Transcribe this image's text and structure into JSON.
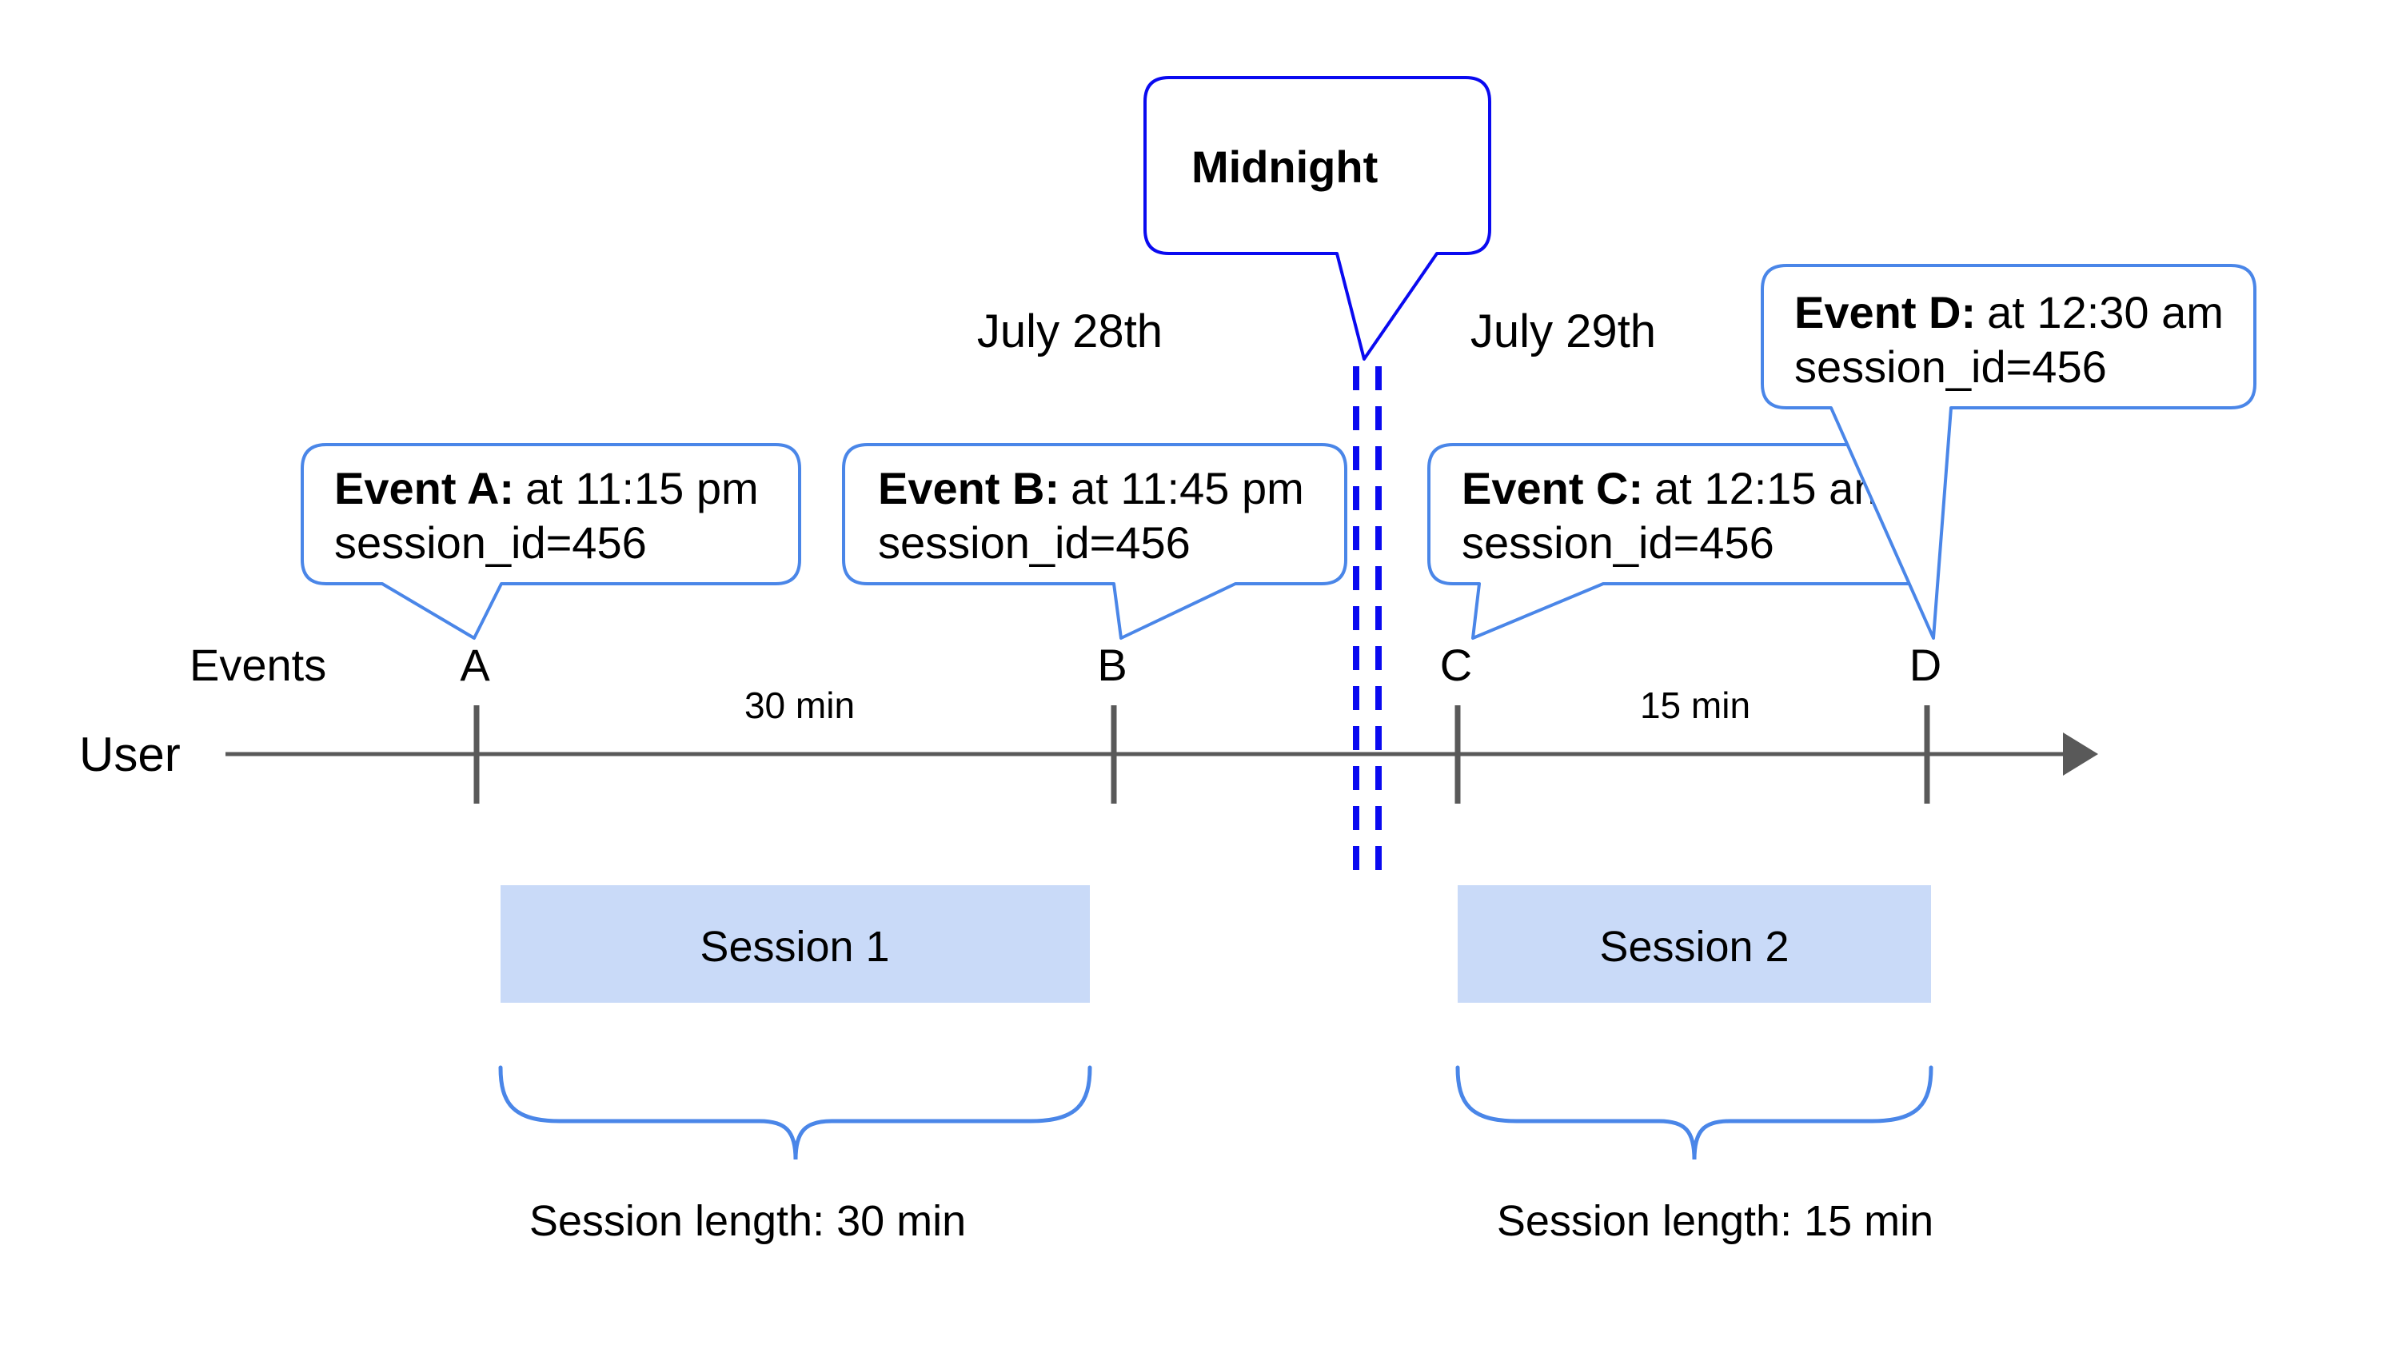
{
  "colors": {
    "accent_blue": "#4a86e8",
    "midnight_blue": "#0a0af0",
    "axis_gray": "#595959",
    "session_fill": "#c9daf8",
    "text_color": "#000000"
  },
  "dates": {
    "left": "July 28th",
    "right": "July 29th"
  },
  "midnight": {
    "label": "Midnight"
  },
  "timeline": {
    "events_label": "Events",
    "user_label": "User",
    "gap_ab": "30 min",
    "gap_cd": "15 min"
  },
  "events": [
    {
      "letter": "A",
      "title": "Event A:",
      "time": "at 11:15 pm",
      "session": "session_id=456"
    },
    {
      "letter": "B",
      "title": "Event B:",
      "time": "at 11:45 pm",
      "session": "session_id=456"
    },
    {
      "letter": "C",
      "title": "Event C:",
      "time": "at 12:15 am",
      "session": "session_id=456"
    },
    {
      "letter": "D",
      "title": "Event D:",
      "time": "at 12:30 am",
      "session": "session_id=456"
    }
  ],
  "sessions": [
    {
      "label": "Session 1",
      "length": "Session length: 30 min"
    },
    {
      "label": "Session 2",
      "length": "Session length: 15 min"
    }
  ]
}
